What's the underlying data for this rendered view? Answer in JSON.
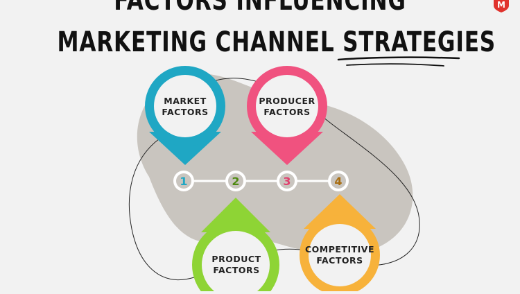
{
  "title": {
    "line1": "FACTORS INFLUENCING",
    "line2_part1": "MARKETING CHANNEL ",
    "line2_part2": "STRATEGIES"
  },
  "logo": {
    "letter": "M",
    "color": "#e0322d"
  },
  "steps": [
    {
      "number": "1",
      "label_lines": [
        "MARKET",
        "FACTORS"
      ],
      "color": "#1fa7c4"
    },
    {
      "number": "2",
      "label_lines": [
        "PRODUCT",
        "FACTORS"
      ],
      "color": "#8ed435"
    },
    {
      "number": "3",
      "label_lines": [
        "PRODUCER",
        "FACTORS"
      ],
      "color": "#f0527f"
    },
    {
      "number": "4",
      "label_lines": [
        "COMPETITIVE",
        "FACTORS"
      ],
      "color": "#f7b23b"
    }
  ],
  "colors": {
    "background": "#f2f2f2",
    "blob": "#c9c5bf",
    "connector": "#ffffff"
  }
}
